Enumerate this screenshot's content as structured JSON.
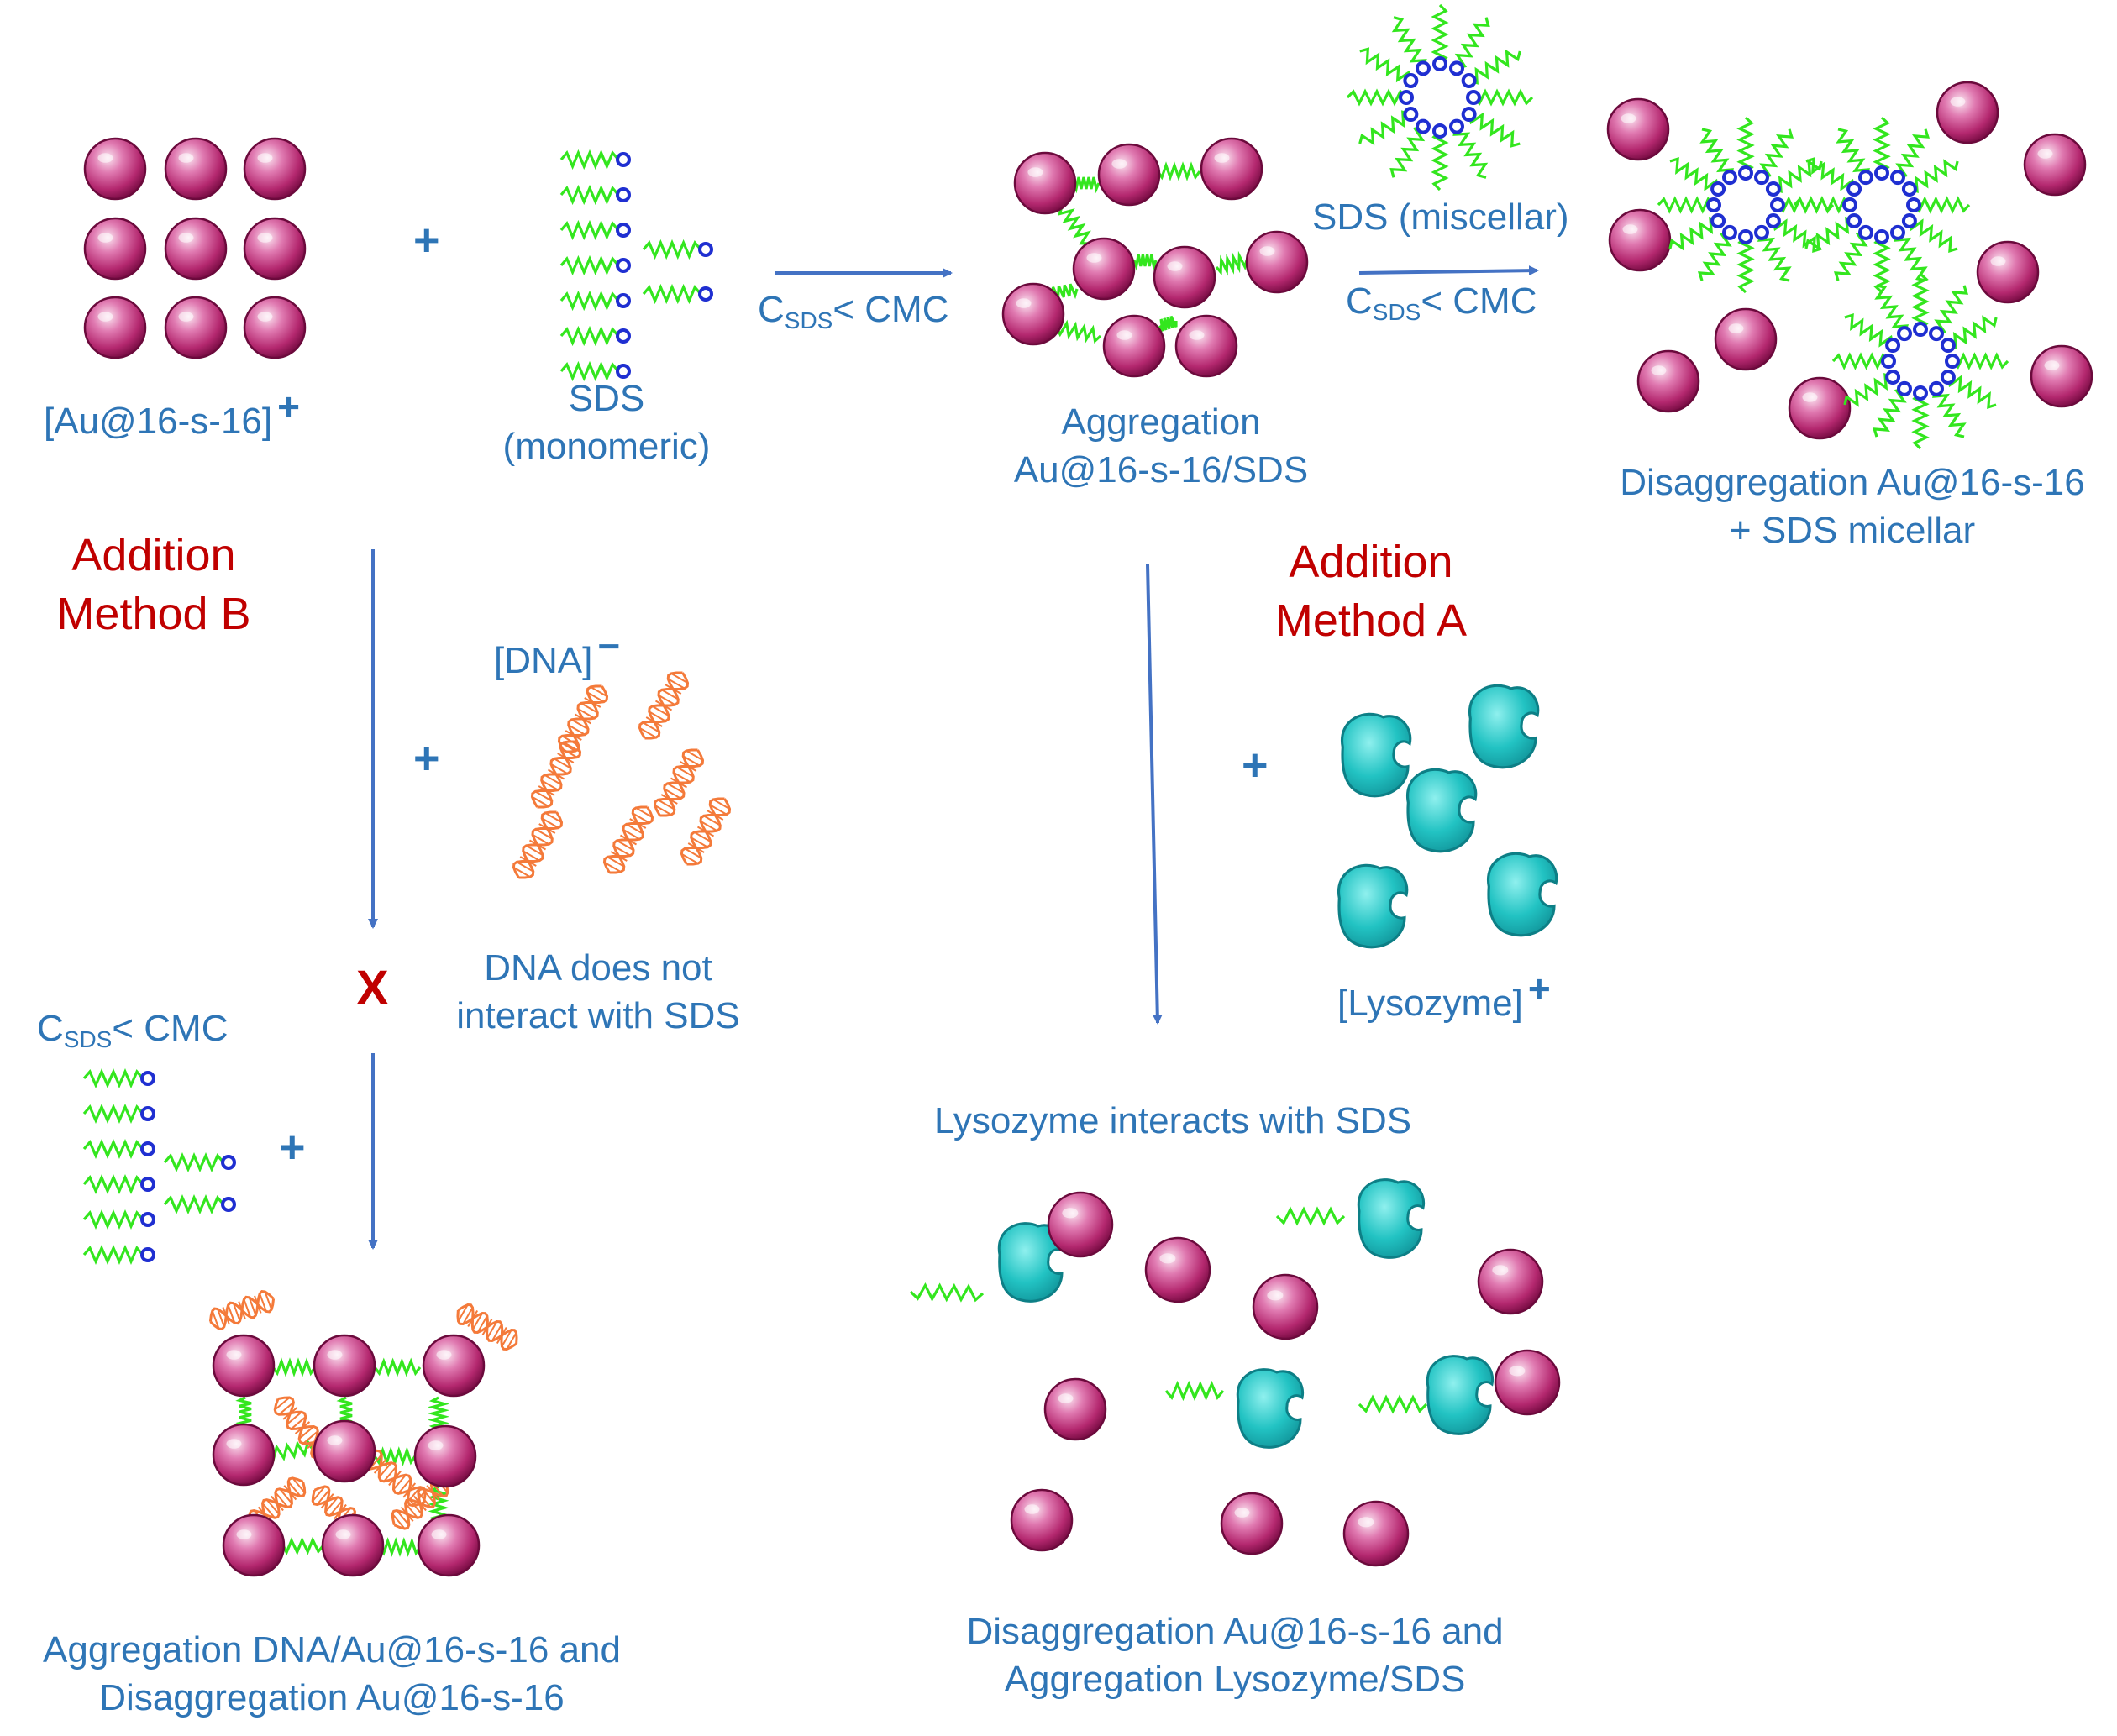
{
  "labels": {
    "au": "[Au@16-s-16]",
    "au_charge": "+",
    "plus_sign": "+",
    "sds_mono_1": "SDS",
    "sds_mono_2": "(monomeric)",
    "csds_c": "C",
    "csds_sub": "SDS",
    "csds_rest": "< CMC",
    "aggr_1": "Aggregation",
    "aggr_2": "Au@16-s-16/SDS",
    "sds_mic": "SDS (miscellar)",
    "disagg_1": "Disaggregation Au@16-s-16",
    "disagg_2": "+ SDS micellar",
    "method_b_1": "Addition",
    "method_b_2": "Method  B",
    "method_a_1": "Addition",
    "method_a_2": "Method  A",
    "dna": "[DNA]",
    "dna_charge": "−",
    "dna_note_1": "DNA does not",
    "dna_note_2": "interact  with SDS",
    "cross": "X",
    "lys": "[Lysozyme]",
    "lys_charge": "+",
    "lys_note": "Lysozyme    interacts  with SDS",
    "bottom_left_1": "Aggregation DNA/Au@16-s-16  and",
    "bottom_left_2": "Disaggregation  Au@16-s-16",
    "bottom_right_1": "Disaggregation Au@16-s-16 and",
    "bottom_right_2": "Aggregation  Lysozyme/SDS"
  },
  "colors": {
    "text": "#2e75b6",
    "red": "#c00000",
    "arrow": "#4472c4",
    "sphere_light": "#f6d0e4",
    "sphere_mid": "#c9418a",
    "sphere_dark": "#6b0a3c",
    "surfactant_tail": "#33e61e",
    "surfactant_head": "#1f2fd1",
    "dna": "#f47a3a",
    "protein": "#1ec2c2",
    "protein_dark": "#0d7f86"
  }
}
